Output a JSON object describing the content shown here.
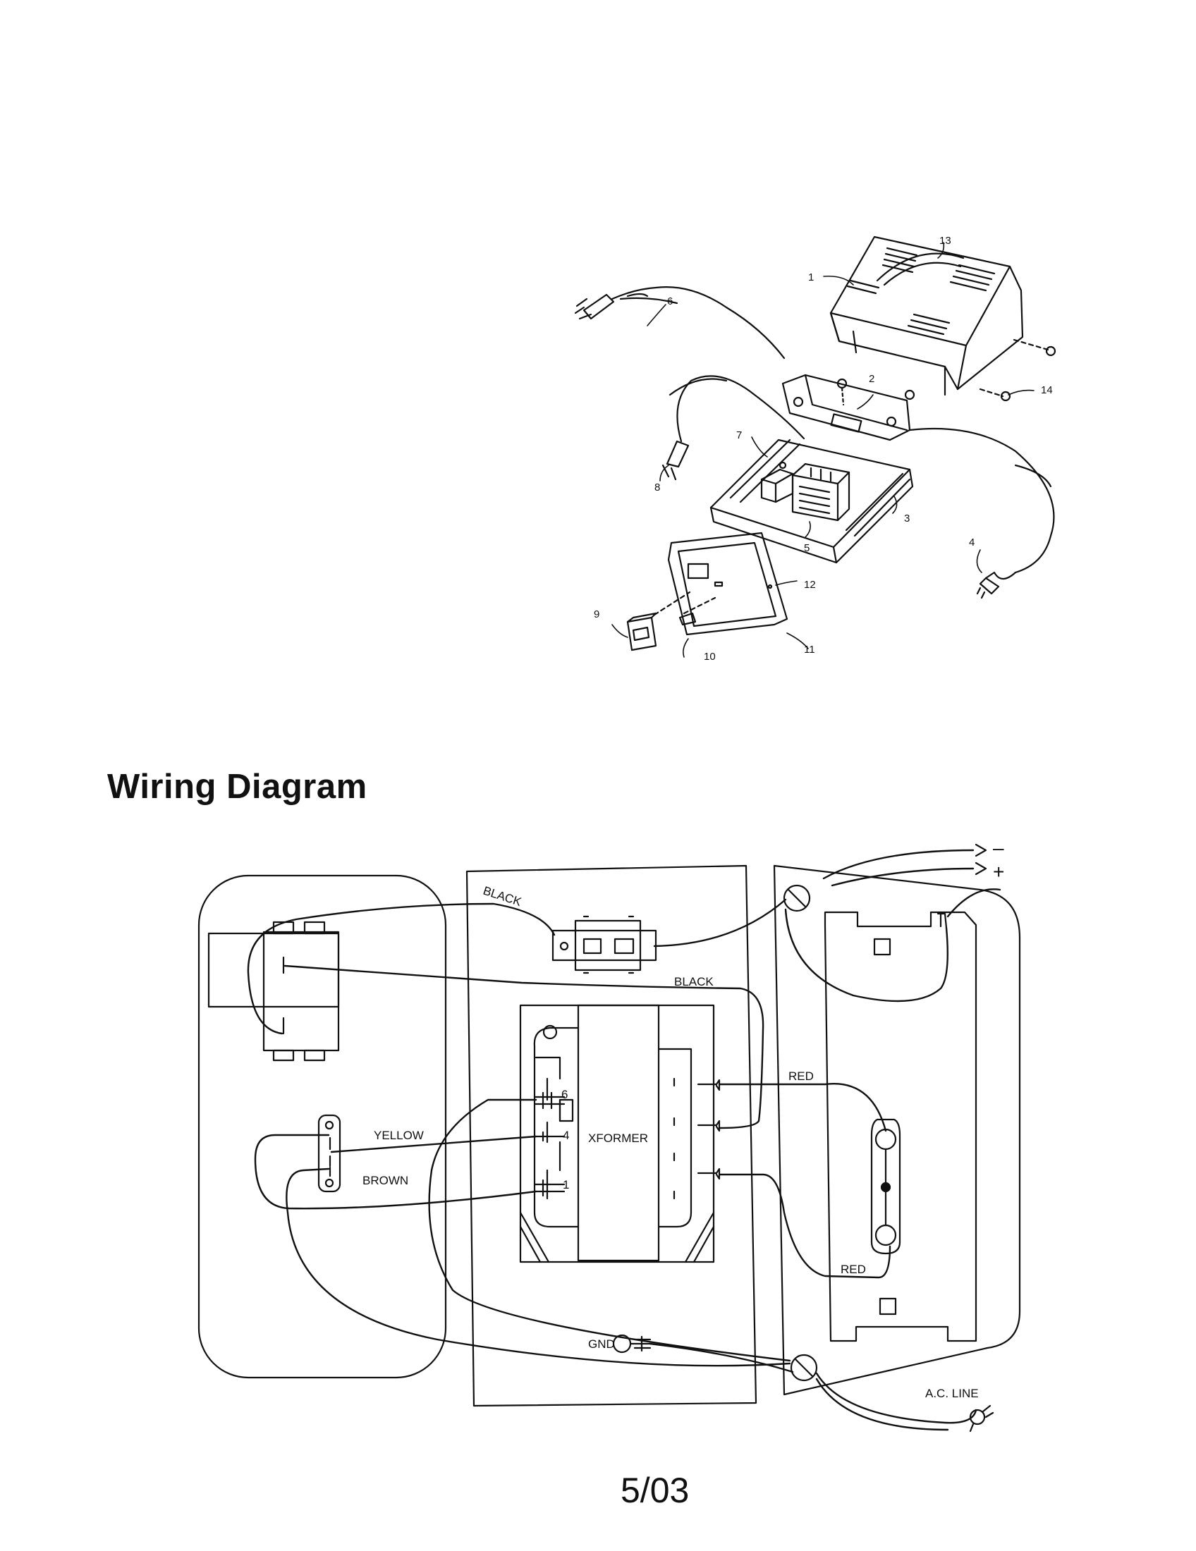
{
  "exploded_view": {
    "callouts": [
      "1",
      "2",
      "3",
      "4",
      "5",
      "6",
      "7",
      "8",
      "9",
      "10",
      "11",
      "12",
      "13",
      "14"
    ]
  },
  "wiring_diagram": {
    "heading": "Wiring Diagram",
    "wire_labels": {
      "black_top": "BLACK",
      "black_mid": "BLACK",
      "red_top": "RED",
      "red_bottom": "RED",
      "yellow": "YELLOW",
      "brown": "BROWN",
      "ac_line": "A.C. LINE",
      "gnd": "GND",
      "xformer": "XFORMER"
    },
    "terminal_numbers": [
      "6",
      "4",
      "1"
    ],
    "polarity": {
      "negative": "–",
      "positive": "+"
    }
  },
  "footer": {
    "page_date": "5/03"
  }
}
